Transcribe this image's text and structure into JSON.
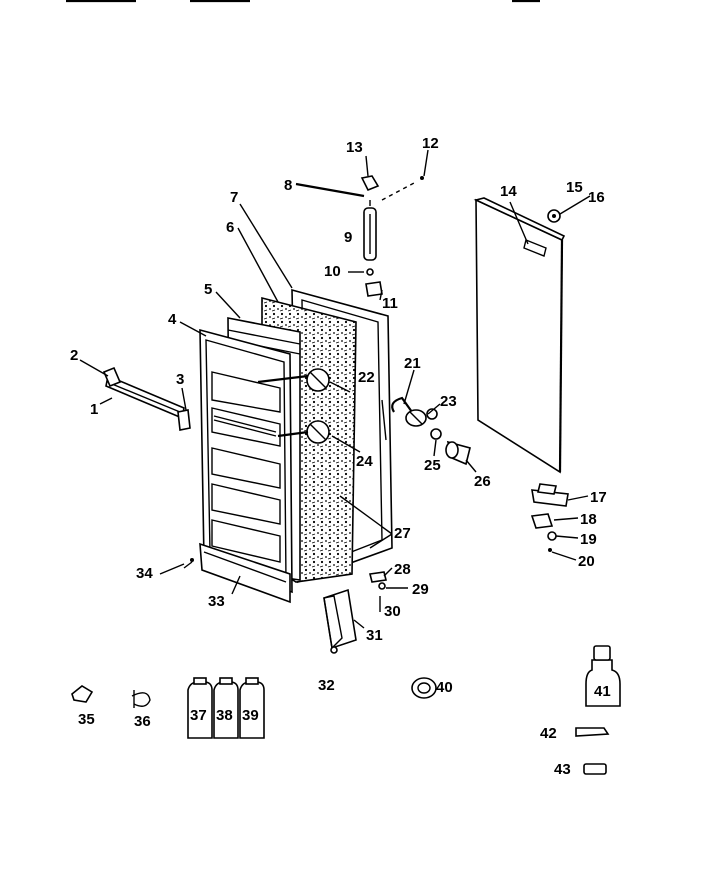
{
  "parts": [
    {
      "id": "p1",
      "label": "1"
    },
    {
      "id": "p2",
      "label": "2"
    },
    {
      "id": "p3",
      "label": "3"
    },
    {
      "id": "p4",
      "label": "4"
    },
    {
      "id": "p5",
      "label": "5"
    },
    {
      "id": "p6",
      "label": "6"
    },
    {
      "id": "p7",
      "label": "7"
    },
    {
      "id": "p8",
      "label": "8"
    },
    {
      "id": "p9",
      "label": "9"
    },
    {
      "id": "p10",
      "label": "10"
    },
    {
      "id": "p11",
      "label": "11"
    },
    {
      "id": "p12",
      "label": "12"
    },
    {
      "id": "p13",
      "label": "13"
    },
    {
      "id": "p14",
      "label": "14"
    },
    {
      "id": "p15",
      "label": "15"
    },
    {
      "id": "p16",
      "label": "16"
    },
    {
      "id": "p17",
      "label": "17"
    },
    {
      "id": "p18",
      "label": "18"
    },
    {
      "id": "p19",
      "label": "19"
    },
    {
      "id": "p20",
      "label": "20"
    },
    {
      "id": "p21",
      "label": "21"
    },
    {
      "id": "p22",
      "label": "22"
    },
    {
      "id": "p23",
      "label": "23"
    },
    {
      "id": "p24",
      "label": "24"
    },
    {
      "id": "p25",
      "label": "25"
    },
    {
      "id": "p26",
      "label": "26"
    },
    {
      "id": "p27",
      "label": "27"
    },
    {
      "id": "p28",
      "label": "28"
    },
    {
      "id": "p29",
      "label": "29"
    },
    {
      "id": "p30",
      "label": "30"
    },
    {
      "id": "p31",
      "label": "31"
    },
    {
      "id": "p32",
      "label": "32"
    },
    {
      "id": "p33",
      "label": "33"
    },
    {
      "id": "p34",
      "label": "34"
    },
    {
      "id": "p35",
      "label": "35"
    },
    {
      "id": "p36",
      "label": "36"
    },
    {
      "id": "p37",
      "label": "37"
    },
    {
      "id": "p38",
      "label": "38"
    },
    {
      "id": "p39",
      "label": "39"
    },
    {
      "id": "p40",
      "label": "40"
    },
    {
      "id": "p41",
      "label": "41"
    },
    {
      "id": "p42",
      "label": "42"
    },
    {
      "id": "p43",
      "label": "43"
    }
  ]
}
